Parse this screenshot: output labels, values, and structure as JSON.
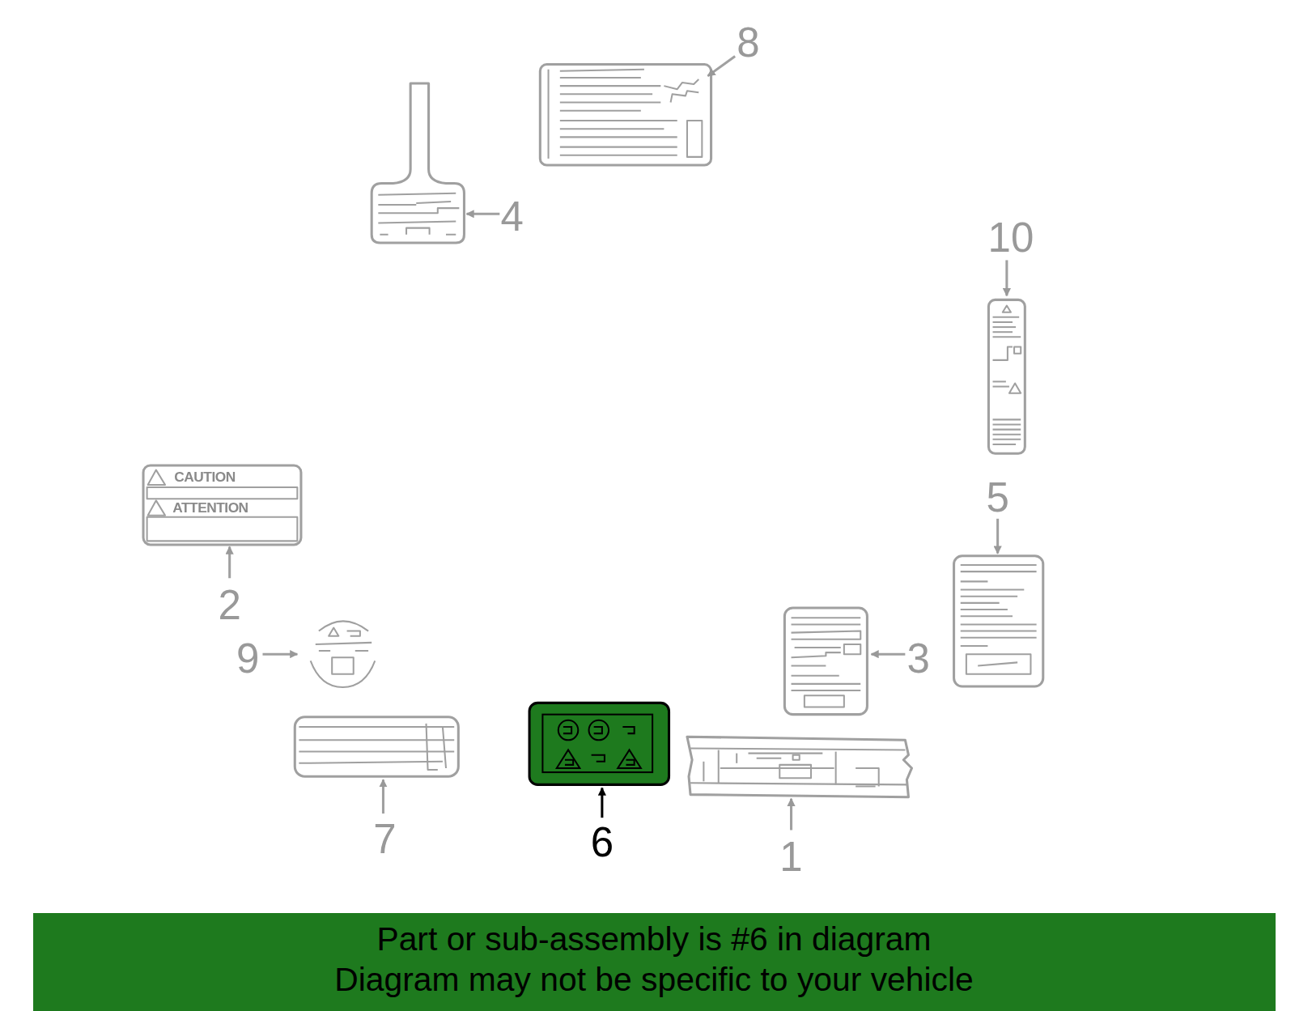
{
  "diagram": {
    "nodes": [
      {
        "text": [
          "CAUTION",
          "ATTENTION"
        ]
      },
      {
        "text": [
          "Part or sub-assembly is #6 in diagram",
          "Diagram may not be specific to your vehicle"
        ]
      }
    ],
    "labels": [
      "8",
      "4",
      "10",
      "5",
      "2",
      "3",
      "9",
      "7",
      "6",
      "1"
    ]
  }
}
